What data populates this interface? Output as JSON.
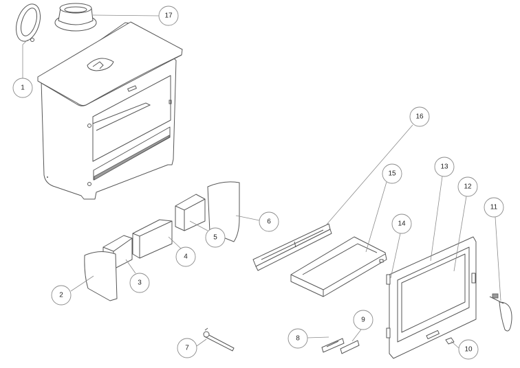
{
  "diagram": {
    "title": "Stove exploded parts diagram",
    "callouts": [
      "1",
      "2",
      "3",
      "4",
      "5",
      "6",
      "7",
      "8",
      "9",
      "10",
      "11",
      "12",
      "13",
      "14",
      "15",
      "16",
      "17"
    ]
  }
}
